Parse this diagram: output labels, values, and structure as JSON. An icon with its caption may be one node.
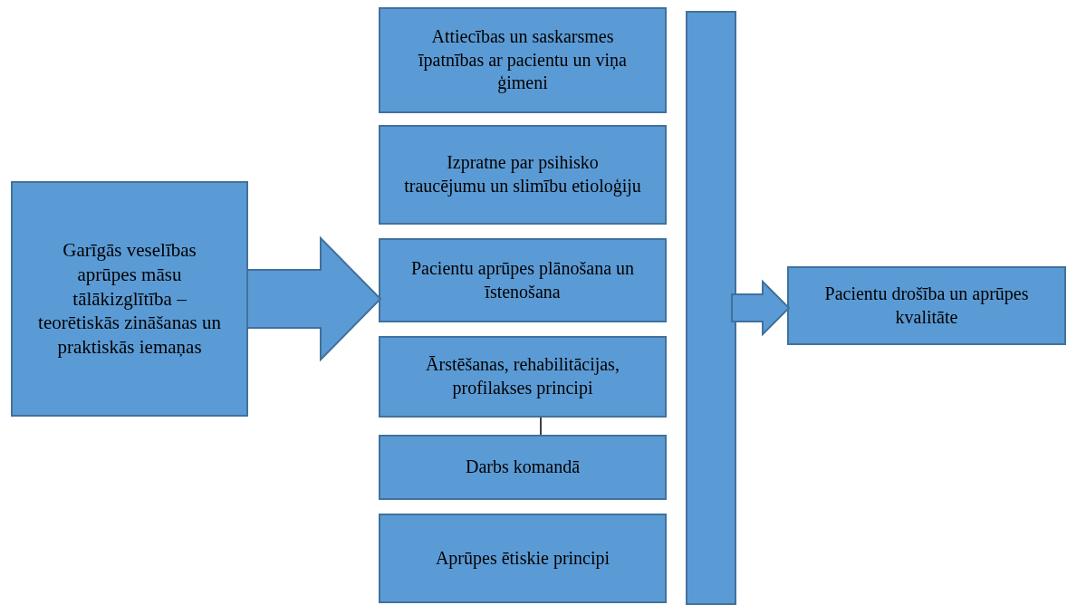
{
  "diagram": {
    "nodes": [
      {
        "text": [
          "Garīgās veselības aprūpes māsu tālākizglītība – teorētiskās zināšanas un praktiskās iemaņas"
        ]
      },
      {
        "text": [
          "Attiecības un saskarsmes īpatnības ar pacientu un viņa ģimeni"
        ]
      },
      {
        "text": [
          "Izpratne par psihisko traucējumu un slimību etioloģiju"
        ]
      },
      {
        "text": [
          "Pacientu aprūpes plānošana un īstenošana"
        ]
      },
      {
        "text": [
          "Ārstēšanas, rehabilitācijas, profilakses principi"
        ]
      },
      {
        "text": [
          "Darbs komandā"
        ]
      },
      {
        "text": [
          "Aprūpes ētiskie principi"
        ]
      },
      {
        "text": [],
        "shape": "bar"
      },
      {
        "text": [
          "Pacientu drošība un aprūpes kvalitāte"
        ]
      }
    ],
    "edges": [
      {
        "from": 0,
        "to": 3,
        "arrow": "to",
        "style": "thick"
      },
      {
        "from": 4,
        "to": 5,
        "arrow": "none",
        "color": "#000000"
      },
      {
        "from": 7,
        "to": 8,
        "arrow": "to",
        "style": "thick"
      }
    ]
  }
}
